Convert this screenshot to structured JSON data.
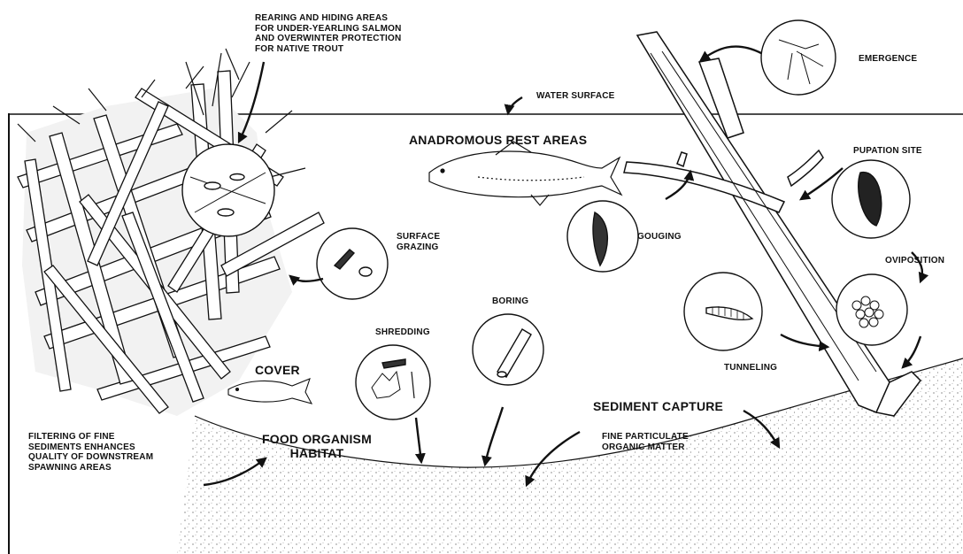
{
  "labels": {
    "rearing": "REARING AND HIDING AREAS\nFOR UNDER-YEARLING SALMON\nAND OVERWINTER PROTECTION\nFOR NATIVE TROUT",
    "water_surface": "WATER SURFACE",
    "emergence": "EMERGENCE",
    "anadromous": "ANADROMOUS REST AREAS",
    "pupation": "PUPATION SITE",
    "surface_grazing": "SURFACE\nGRAZING",
    "gouging": "GOUGING",
    "oviposition": "OVIPOSITION",
    "boring": "BORING",
    "shredding": "SHREDDING",
    "tunneling": "TUNNELING",
    "cover": "COVER",
    "sediment_capture": "SEDIMENT CAPTURE",
    "filtering": "FILTERING OF FINE\nSEDIMENTS ENHANCES\nQUALITY OF DOWNSTREAM\nSPAWNING AREAS",
    "food_organism": "FOOD ORGANISM\nHABITAT",
    "fine_particulate": "FINE PARTICULATE\nORGANIC MATTER"
  }
}
